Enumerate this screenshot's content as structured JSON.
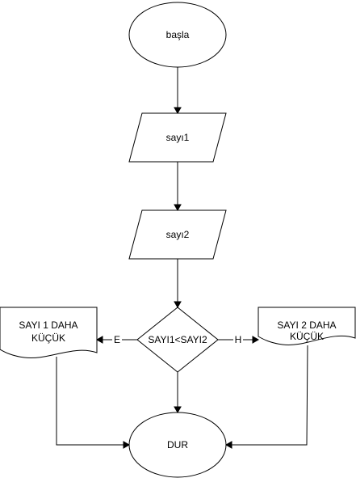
{
  "flowchart": {
    "start_label": "başla",
    "input1_label": "sayı1",
    "input2_label": "sayı2",
    "decision_label": "SAYI1<SAYI2",
    "yes_branch_label": "E",
    "no_branch_label": "H",
    "output_left_line1": "SAYI 1 DAHA",
    "output_left_line2": "KÜÇÜK",
    "output_right_line1": "SAYI 2 DAHA",
    "output_right_line2": "KÜÇÜK",
    "end_label": "DUR"
  }
}
